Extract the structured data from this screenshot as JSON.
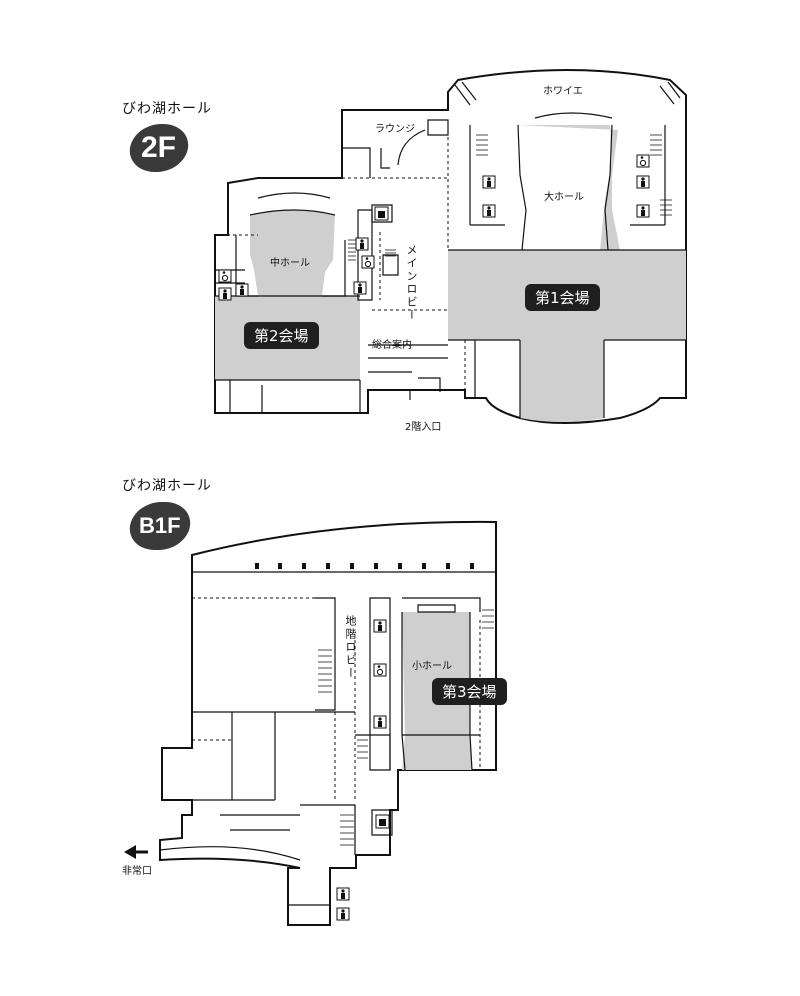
{
  "floor_2f": {
    "venue_name": "びわ湖ホール",
    "floor": "2F",
    "labels": {
      "lounge": "ラウンジ",
      "foyer": "ホワイエ",
      "main_hall": "大ホール",
      "middle_hall": "中ホール",
      "main_lobby": "メインロビー",
      "info": "総合案内",
      "entrance": "2階入口"
    },
    "rooms": {
      "room1": "第1会場",
      "room2": "第2会場"
    }
  },
  "floor_b1f": {
    "venue_name": "びわ湖ホール",
    "floor": "B1F",
    "labels": {
      "basement_lobby": "地階ロビー",
      "small_hall": "小ホール",
      "emergency_exit": "非常口"
    },
    "rooms": {
      "room3": "第3会場"
    }
  },
  "icons": [
    "restroom-icon",
    "wheelchair-icon",
    "elevator-icon",
    "arrow-left-icon"
  ],
  "colors": {
    "hall_fill": "#cfcfcf",
    "tag_bg": "#1f1f1f",
    "badge_bg": "#3a3a3a"
  }
}
